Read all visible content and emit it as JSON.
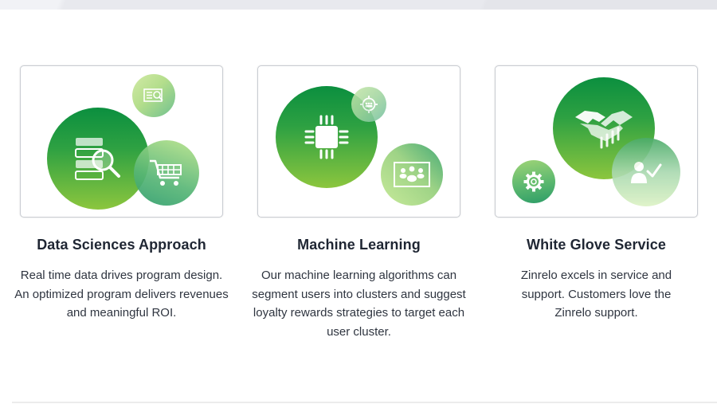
{
  "features": [
    {
      "title": "Data Sciences Approach",
      "description": "Real time data drives program design. An optimized program delivers revenues and meaningful ROI.",
      "icons": [
        "database-search-icon",
        "report-search-icon",
        "shopping-cart-icon"
      ]
    },
    {
      "title": "Machine Learning",
      "description": "Our machine learning algorithms can segment users into clusters and suggest loyalty rewards strategies to target each user cluster.",
      "icons": [
        "cpu-chip-icon",
        "target-audience-icon",
        "user-group-board-icon"
      ]
    },
    {
      "title": "White Glove Service",
      "description": "Zinrelo excels in service and support. Customers love the Zinrelo support.",
      "icons": [
        "handshake-icon",
        "gear-icon",
        "user-check-icon"
      ]
    }
  ],
  "colors": {
    "brand_green_dark": "#0b8f3f",
    "brand_green_light": "#8cc63e",
    "title_text": "#1f2633",
    "body_text": "#2f3540"
  }
}
